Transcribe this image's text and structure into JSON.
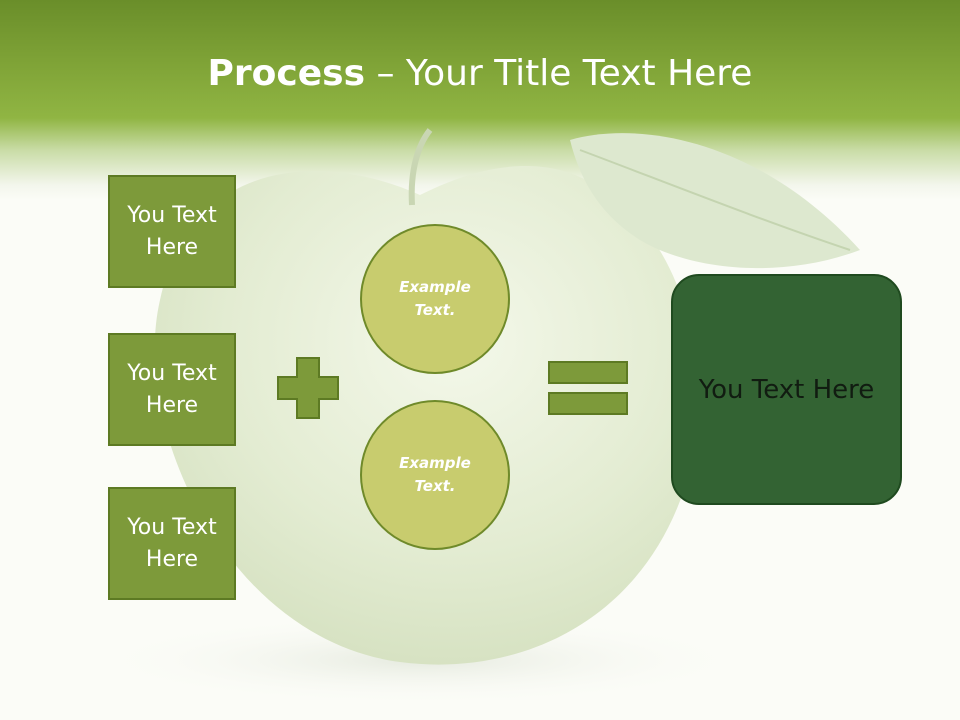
{
  "title": {
    "bold": "Process",
    "separator": " – ",
    "rest": "Your Title Text Here"
  },
  "left_boxes": [
    {
      "label": "You Text Here"
    },
    {
      "label": "You Text Here"
    },
    {
      "label": "You Text Here"
    }
  ],
  "circles": [
    {
      "label": "Example Text."
    },
    {
      "label": "Example Text."
    }
  ],
  "result": {
    "label": "You Text Here"
  },
  "operators": {
    "plus": "plus-icon",
    "equals": "equals-icon"
  },
  "colors": {
    "header": "#7ea236",
    "box_fill": "#7d9a3a",
    "circle_fill": "#c8cc6e",
    "result_fill": "#336333",
    "operator_fill": "#7d9a3a"
  }
}
